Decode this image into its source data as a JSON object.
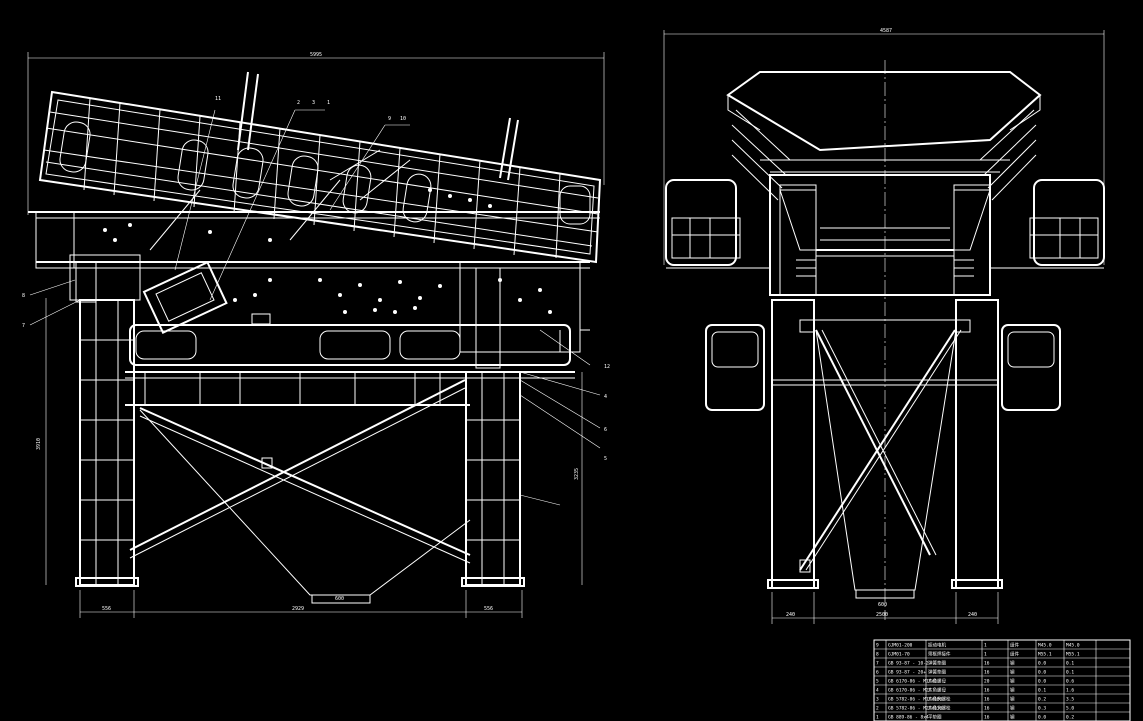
{
  "dimensions": {
    "side_overall": "5995",
    "side_height_left": "3910",
    "side_height_right": "3235",
    "side_base_left": "556",
    "side_base_mid": "2929",
    "side_base_right": "556",
    "side_hopper": "600",
    "front_overall": "4587",
    "front_base_left": "240",
    "front_base_mid": "2500",
    "front_base_right": "240",
    "front_hopper": "600"
  },
  "callouts": [
    "11",
    "2",
    "3",
    "1",
    "9",
    "10",
    "8",
    "7",
    "12",
    "4",
    "6",
    "5"
  ],
  "parts_table": {
    "rows": [
      [
        "9",
        "GJM01-200",
        "振动电机",
        "1",
        "组件",
        "M45.0",
        "M45.0"
      ],
      [
        "8",
        "GJM01-70",
        "筛框焊接件",
        "1",
        "组件",
        "M55.1",
        "M55.1"
      ],
      [
        "7",
        "GB 93-87 - 10-2",
        "弹簧垫圈",
        "16",
        "钢",
        "0.0",
        "0.1"
      ],
      [
        "6",
        "GB 93-87 - 20+",
        "弹簧垫圈",
        "16",
        "钢",
        "0.0",
        "0.1"
      ],
      [
        "5",
        "GB 6170-86 - M16x2",
        "六角螺母",
        "20",
        "钢",
        "0.0",
        "0.6"
      ],
      [
        "4",
        "GB 6170-86 - M20",
        "六角螺母",
        "16",
        "钢",
        "0.1",
        "1.6"
      ],
      [
        "3",
        "GB 5782-86 - M16x100",
        "六角头螺栓",
        "16",
        "钢",
        "0.2",
        "3.5"
      ],
      [
        "2",
        "GB 5782-86 - M20x110",
        "六角头螺栓",
        "16",
        "钢",
        "0.3",
        "5.0"
      ],
      [
        "1",
        "GB 889-86 - 8x4",
        "平垫圈",
        "16",
        "钢",
        "0.0",
        "0.2"
      ]
    ]
  }
}
